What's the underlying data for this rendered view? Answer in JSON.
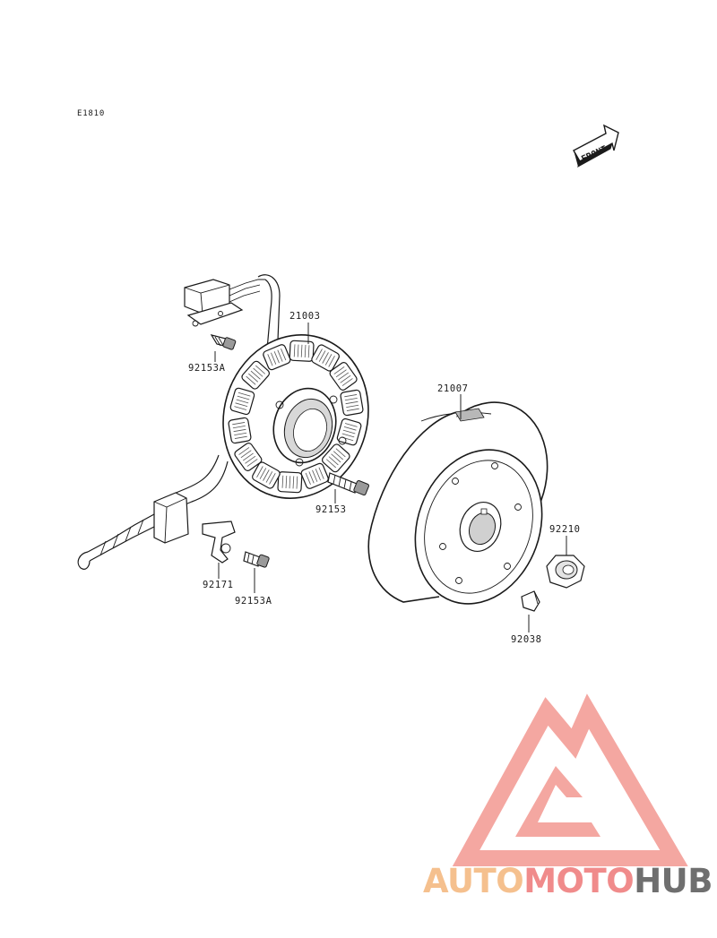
{
  "diagram": {
    "code": "E1810",
    "front_label": "FRONT",
    "parts": [
      {
        "id": "stator",
        "number": "21003"
      },
      {
        "id": "flywheel",
        "number": "21007"
      },
      {
        "id": "bolt-top",
        "number": "92153A"
      },
      {
        "id": "bolt-stator",
        "number": "92153"
      },
      {
        "id": "clamp",
        "number": "92171"
      },
      {
        "id": "bolt-bottom",
        "number": "92153A"
      },
      {
        "id": "nut",
        "number": "92210"
      },
      {
        "id": "key",
        "number": "92038"
      }
    ]
  },
  "watermark": {
    "part1": "AUTO",
    "part2": "MOTO",
    "part3": "HUB",
    "colors": {
      "auto": "#f5c08e",
      "moto": "#f08b8b",
      "hub": "#6f6f6f",
      "logo": "#f4a09a"
    }
  }
}
